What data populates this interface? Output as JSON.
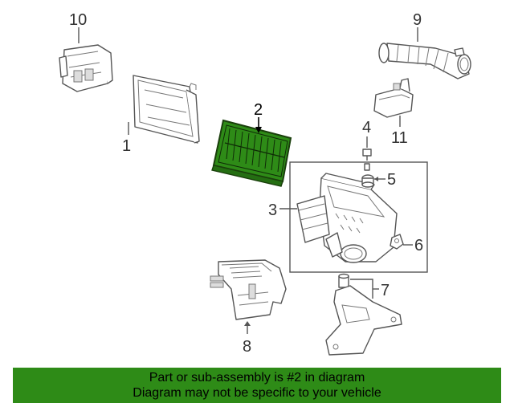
{
  "callouts": {
    "c1": "1",
    "c2": "2",
    "c3": "3",
    "c4": "4",
    "c5": "5",
    "c6": "6",
    "c7": "7",
    "c8": "8",
    "c9": "9",
    "c10": "10",
    "c11": "11"
  },
  "highlighted_part": "2",
  "colors": {
    "highlight_fill": "#2e8b17",
    "banner_background": "#2e8b17",
    "line_art": "#555555"
  },
  "banner": {
    "line1": "Part or sub-assembly is #2 in diagram",
    "line2": "Diagram may not be specific to your vehicle"
  }
}
